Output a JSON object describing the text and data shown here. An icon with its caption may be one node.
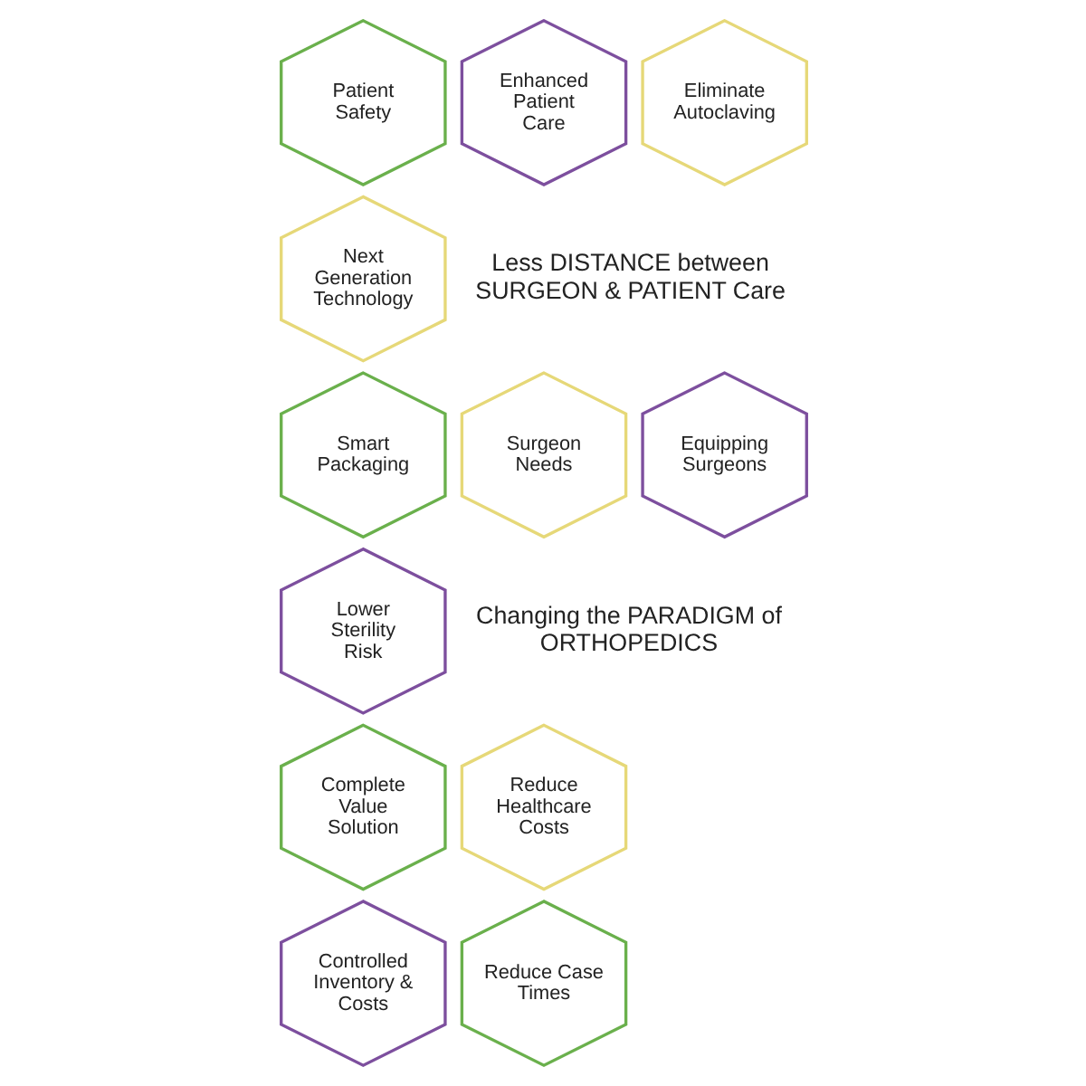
{
  "diagram": {
    "nodes": [
      {
        "text": [
          "Patient Safety"
        ]
      },
      {
        "text": [
          "Enhanced Patient Care"
        ]
      },
      {
        "text": [
          "Eliminate Autoclaving"
        ]
      },
      {
        "text": [
          "Next Generation Technology"
        ]
      },
      {
        "text": [
          "Smart Packaging"
        ]
      },
      {
        "text": [
          "Surgeon Needs"
        ]
      },
      {
        "text": [
          "Equipping Surgeons"
        ]
      },
      {
        "text": [
          "Lower Sterility Risk"
        ]
      },
      {
        "text": [
          "Complete Value Solution"
        ]
      },
      {
        "text": [
          "Reduce Healthcare Costs"
        ]
      },
      {
        "text": [
          "Controlled Inventory & Costs"
        ]
      },
      {
        "text": [
          "Reduce Case Times"
        ]
      }
    ],
    "edges": [],
    "labels": [
      "Less DISTANCE between SURGEON & PATIENT Care",
      "Changing the PARADIGM of ORTHOPEDICS"
    ]
  }
}
